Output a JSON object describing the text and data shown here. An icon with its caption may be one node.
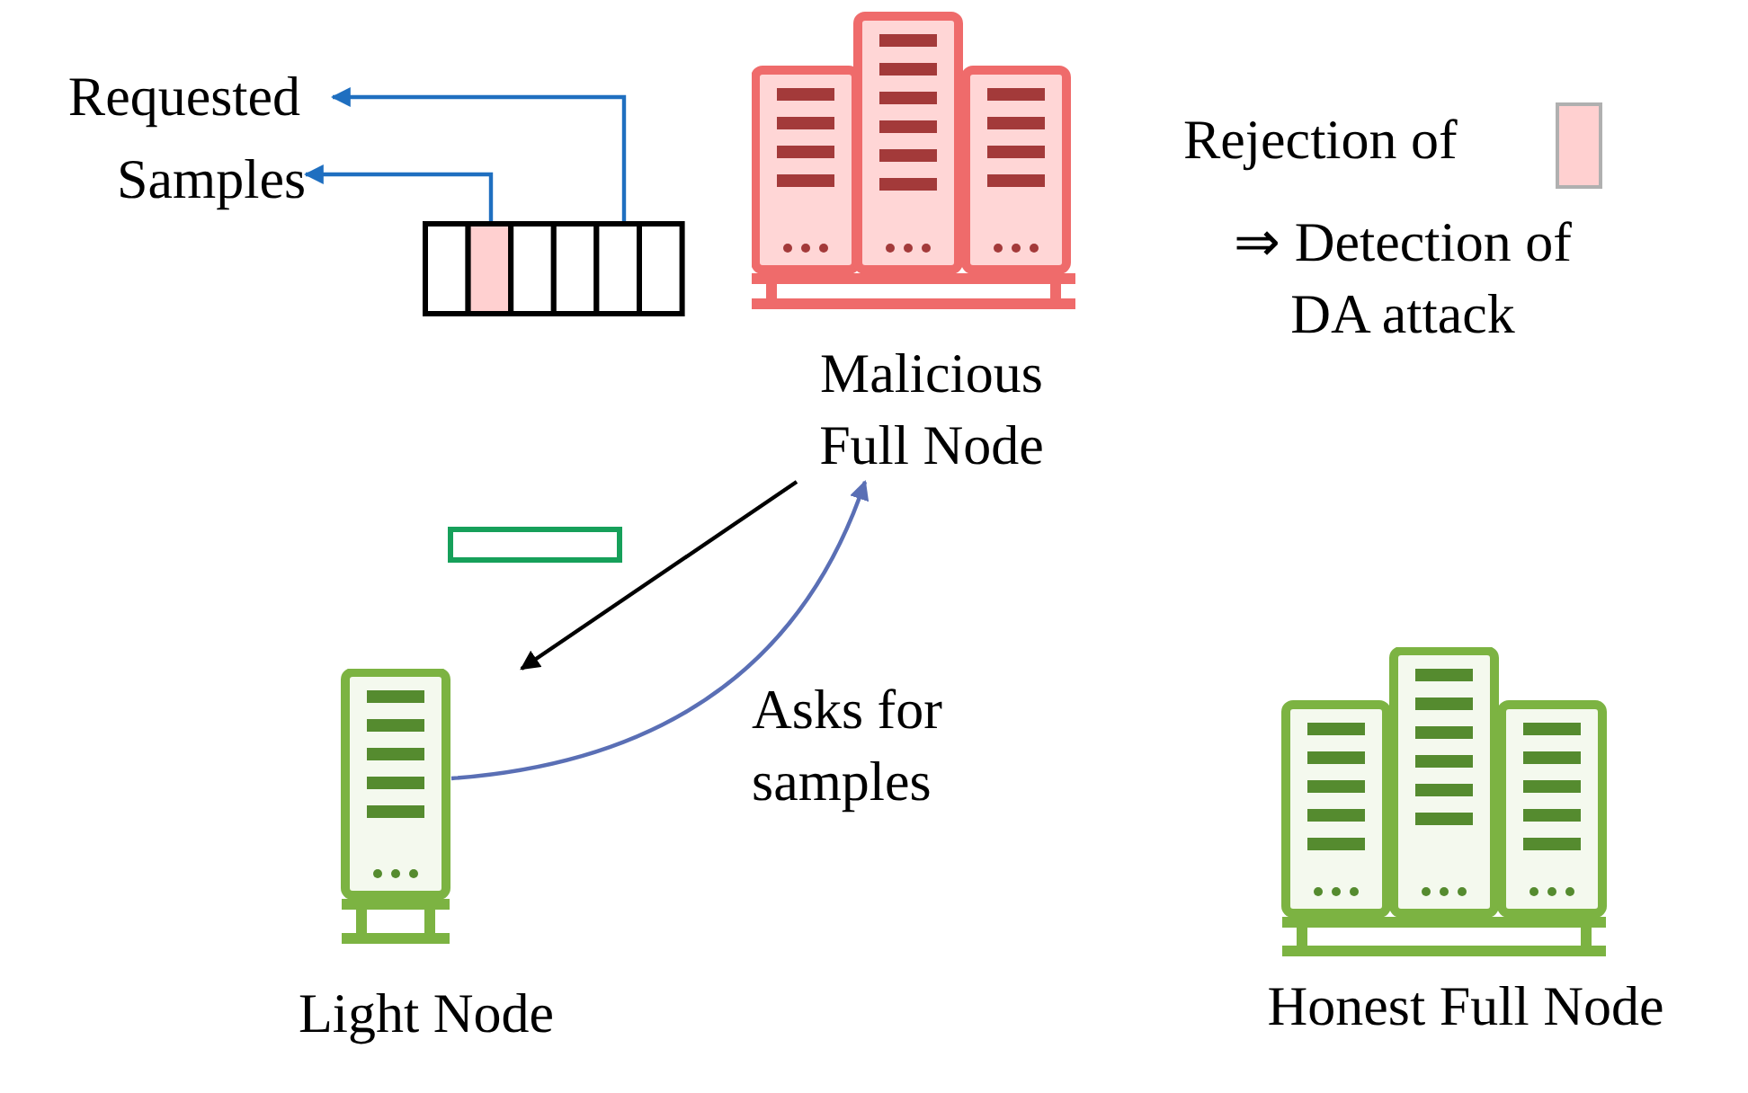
{
  "diagram": {
    "nodes": [
      {
        "text": [
          "Requested"
        ]
      },
      {
        "text": [
          "Samples"
        ]
      },
      {
        "text": [],
        "shape": "box"
      },
      {
        "text": [
          "Malicious Full Node"
        ]
      },
      {
        "text": [],
        "shape": "box"
      },
      {
        "text": [
          "Light Node"
        ]
      },
      {
        "text": [
          "Honest Full Node"
        ]
      }
    ],
    "edges": [
      {
        "from": 2,
        "to": 0,
        "arrow": "to",
        "color": "#1f6fc0"
      },
      {
        "from": 2,
        "to": 1,
        "arrow": "to",
        "color": "#1f6fc0"
      },
      {
        "from": 3,
        "to": 5,
        "arrow": "to",
        "color": "#000000"
      },
      {
        "from": 5,
        "to": 3,
        "arrow": "to",
        "label": "Asks for samples",
        "color": "#5a6fb5"
      }
    ],
    "labels": [
      "Rejection of",
      "⇒ Detection of DA attack"
    ]
  }
}
